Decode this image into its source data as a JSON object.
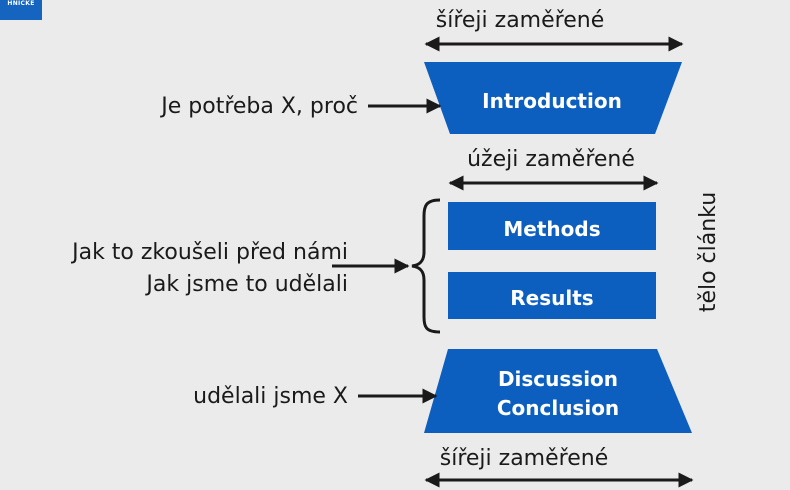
{
  "logo": {
    "text": "HNICKÉ",
    "color": "#1565c0"
  },
  "colors": {
    "shape_fill": "#0d5fbf",
    "ink": "#1a1a1a",
    "background": "#ebebeb"
  },
  "focus": {
    "top": "šířeji zaměřené",
    "middle": "úžeji zaměřené",
    "bottom": "šířeji zaměřené"
  },
  "sections": {
    "introduction": "Introduction",
    "methods": "Methods",
    "results": "Results",
    "discussion": "Discussion",
    "conclusion": "Conclusion"
  },
  "side_label": "tělo článku",
  "annotations": {
    "intro": "Je potřeba X, proč",
    "body_line1": "Jak to zkoušeli před námi",
    "body_line2": "Jak jsme to udělali",
    "discussion": "udělali jsme X"
  },
  "icons": [
    "arrow-right-icon",
    "double-arrow-icon",
    "curly-brace-icon"
  ]
}
